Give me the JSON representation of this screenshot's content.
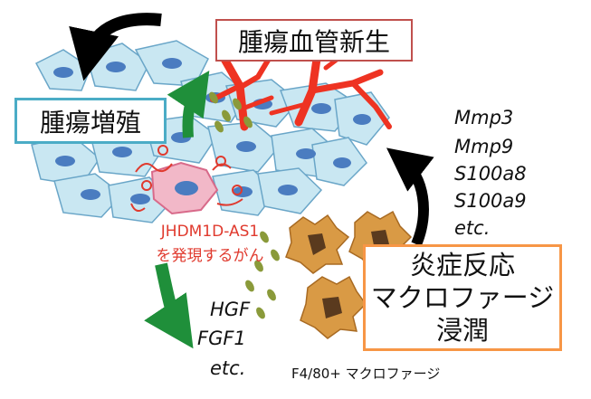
{
  "boxes": {
    "angiogenesis": "腫瘍血管新生",
    "proliferation": "腫瘍増殖",
    "inflammation": [
      "炎症反応",
      "マクロファージ",
      "浸潤"
    ]
  },
  "tumor_cell_label": [
    "JHDM1D-AS1",
    "を発現するがん"
  ],
  "growth_factors": [
    "HGF",
    "FGF1",
    "etc."
  ],
  "macrophage_genes": [
    "Mmp3",
    "Mmp9",
    "S100a8",
    "S100a9",
    "etc."
  ],
  "macrophage_label": "F4/80+ マクロファージ",
  "colors": {
    "angio_border": "#c0504d",
    "prolif_border": "#4bacc6",
    "inflam_border": "#f79646",
    "cell_fill": "#c9e7f2",
    "nucleus": "#4a7cc0",
    "vessel": "#ee3322",
    "green_arrow": "#1f8f3a",
    "macrophage": "#d99a45",
    "growth_factor_dot": "#8a9a3a",
    "red_text": "#e03a2e"
  }
}
